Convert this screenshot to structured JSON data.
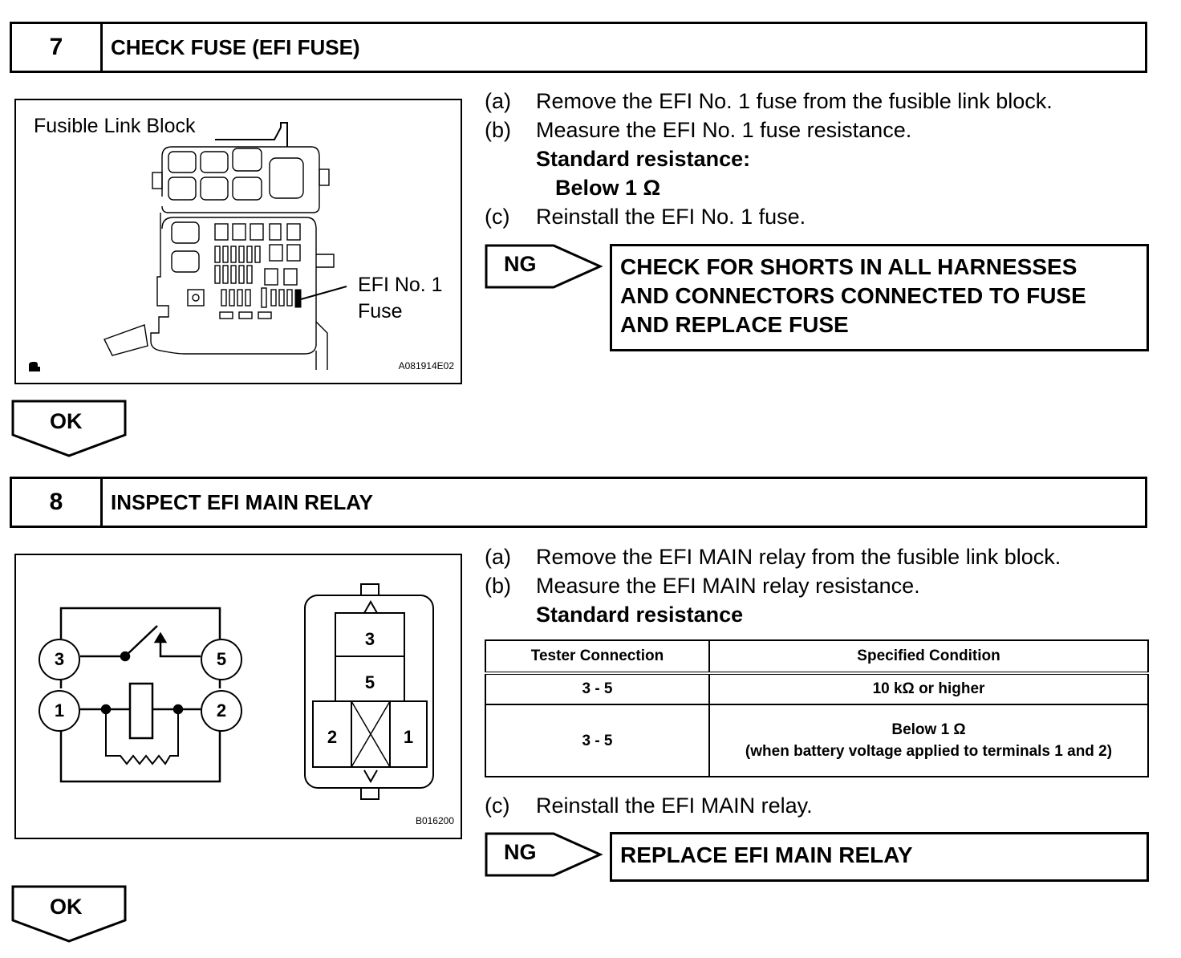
{
  "steps": [
    {
      "number": "7",
      "title": "CHECK FUSE (EFI FUSE)",
      "figure": {
        "label_block": "Fusible Link Block",
        "label_fuse_line1": "EFI No. 1",
        "label_fuse_line2": "Fuse",
        "code": "A081914E02",
        "corner_icon": "vehicle-location-icon"
      },
      "instructions": [
        {
          "label": "(a)",
          "text": "Remove the EFI No. 1 fuse from the fusible link block."
        },
        {
          "label": "(b)",
          "text": "Measure the EFI No. 1 fuse resistance."
        },
        {
          "label": "",
          "text": "Standard resistance:",
          "bold": true
        },
        {
          "label": "",
          "text": "Below 1 Ω",
          "bold": true
        },
        {
          "label": "(c)",
          "text": "Reinstall the EFI No. 1 fuse."
        }
      ],
      "ng": {
        "label": "NG",
        "action_lines": [
          "CHECK FOR SHORTS IN ALL HARNESSES",
          "AND CONNECTORS CONNECTED TO FUSE",
          "AND REPLACE FUSE"
        ]
      },
      "ok": {
        "label": "OK"
      }
    },
    {
      "number": "8",
      "title": "INSPECT EFI MAIN RELAY",
      "figure": {
        "terminals": [
          "3",
          "5",
          "1",
          "2"
        ],
        "connector_cells": [
          "3",
          "5",
          "2",
          "1"
        ],
        "code": "B016200"
      },
      "instructions": [
        {
          "label": "(a)",
          "text": "Remove the EFI MAIN relay from the fusible link block."
        },
        {
          "label": "(b)",
          "text": "Measure the EFI MAIN relay resistance."
        },
        {
          "label": "",
          "text": "Standard resistance",
          "bold": true
        }
      ],
      "table": {
        "headers": [
          "Tester Connection",
          "Specified Condition"
        ],
        "rows": [
          {
            "connection": "3 - 5",
            "condition_line1": "10 kΩ or higher",
            "condition_line2": ""
          },
          {
            "connection": "3 - 5",
            "condition_line1": "Below 1 Ω",
            "condition_line2": "(when battery voltage applied to terminals 1 and 2)"
          }
        ]
      },
      "instruction_after": {
        "label": "(c)",
        "text": "Reinstall the EFI MAIN relay."
      },
      "ng": {
        "label": "NG",
        "action_lines": [
          "REPLACE EFI MAIN RELAY"
        ]
      },
      "ok": {
        "label": "OK"
      }
    }
  ]
}
